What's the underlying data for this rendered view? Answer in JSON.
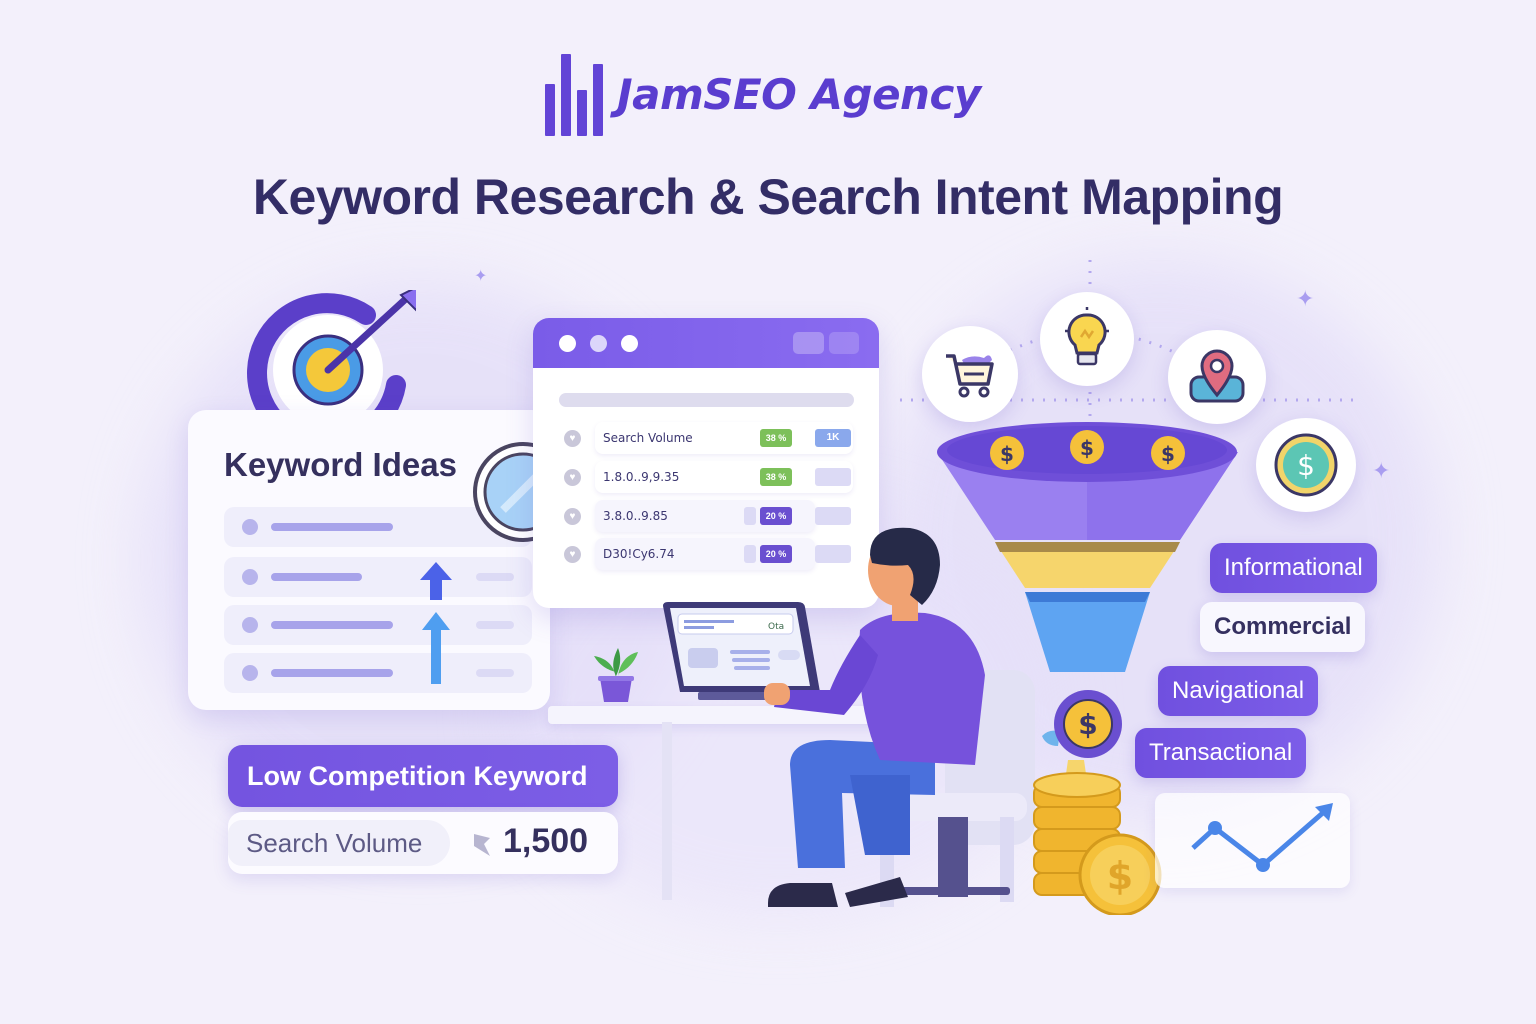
{
  "brand": {
    "name": "JamSEO Agency",
    "logo_icon": "bar-chart-logo-icon",
    "color": "#5a3dcf"
  },
  "header": {
    "title": "Keyword Research & Search Intent Mapping",
    "title_color": "#332d66"
  },
  "keyword_ideas": {
    "title": "Keyword Ideas",
    "rows": [
      {
        "icon": "search-bubble-icon",
        "trend": null
      },
      {
        "icon": "search-bubble-icon",
        "trend": "arrow-up-icon"
      },
      {
        "icon": "search-bubble-icon",
        "trend": "arrow-up-long-icon"
      },
      {
        "icon": "search-bubble-icon",
        "trend": null
      }
    ]
  },
  "browser_window": {
    "window_dots": 3,
    "rows": [
      {
        "label": "Search Volume",
        "badge": "38 %",
        "badge_color": "green",
        "value": "1K"
      },
      {
        "label": "1.8.0..9,9.35",
        "badge": "38 %",
        "badge_color": "green",
        "value": ""
      },
      {
        "label": "3.8.0..9.85",
        "badge": "20 %",
        "badge_color": "purple",
        "value": ""
      },
      {
        "label": "D30!Cy6.74",
        "badge": "20 %",
        "badge_color": "purple",
        "value": ""
      }
    ]
  },
  "laptop_screen": {
    "badge": "Ota"
  },
  "low_competition": {
    "title": "Low Competition Keyword",
    "metric_label": "Search Volume",
    "metric_value": "1,500"
  },
  "intent_icons": [
    {
      "name": "shopping-cart-icon"
    },
    {
      "name": "lightbulb-icon"
    },
    {
      "name": "map-pin-icon"
    },
    {
      "name": "dollar-coin-icon"
    }
  ],
  "intents": [
    {
      "label": "Informational",
      "style": "purple"
    },
    {
      "label": "Commercial",
      "style": "white"
    },
    {
      "label": "Navigational",
      "style": "purple"
    },
    {
      "label": "Transactional",
      "style": "purple"
    }
  ],
  "funnel": {
    "coins": [
      "$",
      "$",
      "$"
    ],
    "layers": [
      "#8d72ee",
      "#f5d56a",
      "#5a9cf0"
    ]
  },
  "colors": {
    "accent": "#7454e0",
    "background": "#f3f0fb",
    "gold": "#f5c13a",
    "blue": "#4a86e8"
  }
}
